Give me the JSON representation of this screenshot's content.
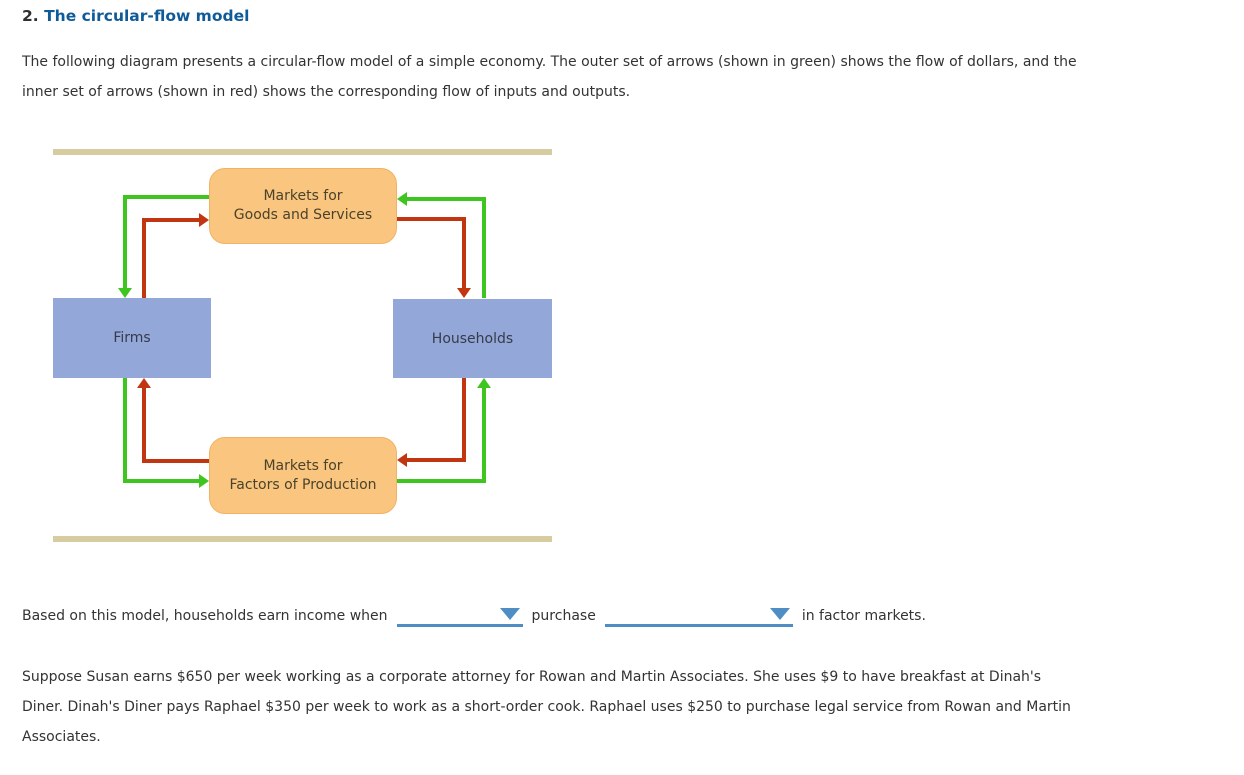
{
  "title": {
    "number": "2.",
    "text": "The circular-flow model"
  },
  "intro": {
    "lines": [
      "The following diagram presents a circular-flow model of a simple economy. The outer set of arrows (shown in green) shows the flow of dollars, and the",
      "inner set of arrows (shown in red) shows the corresponding flow of inputs and outputs."
    ]
  },
  "diagram": {
    "boxes": {
      "goods_market": {
        "line1": "Markets for",
        "line2": "Goods and Services"
      },
      "factors_market": {
        "line1": "Markets for",
        "line2": "Factors of Production"
      },
      "firms": {
        "label": "Firms"
      },
      "households": {
        "label": "Households"
      }
    },
    "legend": {
      "green_meaning": "flow of dollars",
      "red_meaning": "flow of inputs and outputs"
    },
    "colors": {
      "dollar_flow_green": "#3fc51f",
      "inputs_outputs_red": "#c23511",
      "market_box_fill": "#fac57e",
      "agent_box_fill": "#93a7d8",
      "frame_bar_tan": "#d6cc9f"
    }
  },
  "question": {
    "text_before": "Based on this model, households earn income when",
    "dropdown1_value": "",
    "text_middle": "purchase",
    "dropdown2_value": "",
    "text_after": "in factor markets.",
    "dropdown_accent": "#4e8ec5"
  },
  "scenario": {
    "lines": [
      "Suppose Susan earns $650 per week working as a corporate attorney for Rowan and Martin Associates. She uses $9 to have breakfast at Dinah's",
      "Diner. Dinah's Diner pays Raphael $350 per week to work as a short-order cook. Raphael uses $250 to purchase legal service from Rowan and Martin",
      "Associates."
    ]
  },
  "colors": {
    "title_blue": "#0f5b99",
    "body_text": "#333333"
  }
}
